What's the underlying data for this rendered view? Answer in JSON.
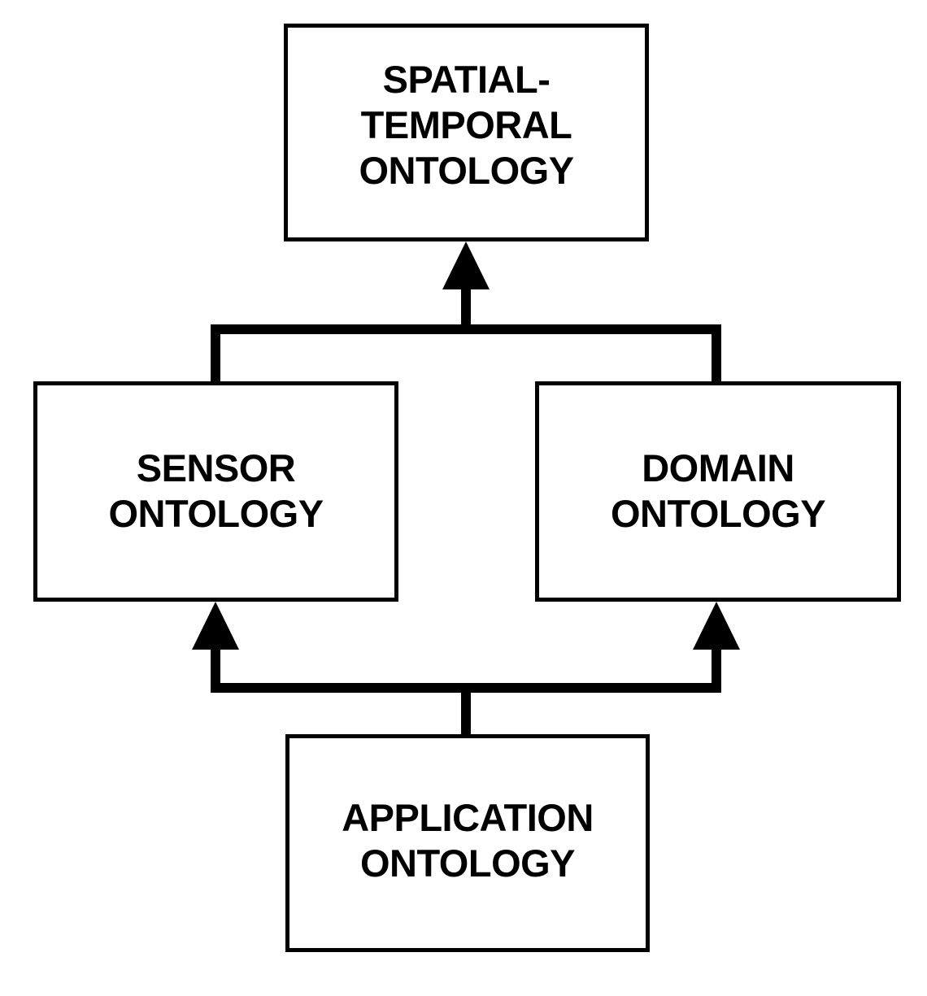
{
  "diagram": {
    "nodes": {
      "spatial_temporal": {
        "lines": [
          "SPATIAL-",
          "TEMPORAL",
          "ONTOLOGY"
        ]
      },
      "sensor": {
        "lines": [
          "SENSOR",
          "ONTOLOGY"
        ]
      },
      "domain": {
        "lines": [
          "DOMAIN",
          "ONTOLOGY"
        ]
      },
      "application": {
        "lines": [
          "APPLICATION",
          "ONTOLOGY"
        ]
      }
    },
    "edges": [
      {
        "from": "sensor",
        "to": "spatial_temporal"
      },
      {
        "from": "domain",
        "to": "spatial_temporal"
      },
      {
        "from": "application",
        "to": "sensor"
      },
      {
        "from": "application",
        "to": "domain"
      }
    ],
    "colors": {
      "stroke": "#000000",
      "background": "#ffffff"
    }
  }
}
